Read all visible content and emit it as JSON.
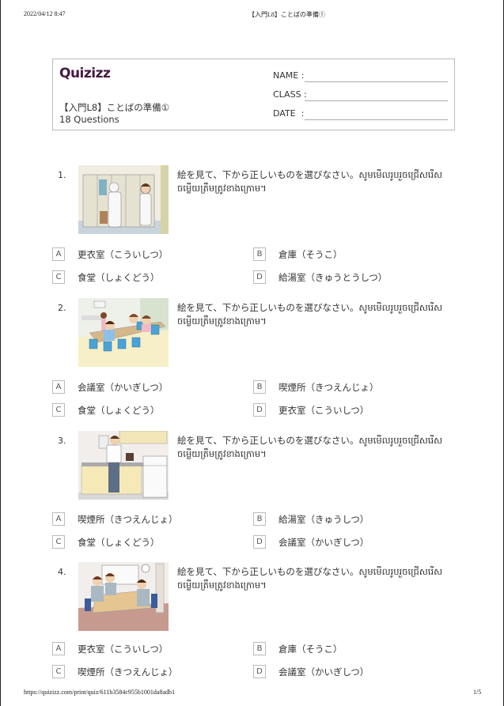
{
  "print_header": {
    "datetime": "2022/04/12 8:47",
    "doc_title": "【入門L8】ことばの準備①"
  },
  "header": {
    "logo": "Quizizz",
    "quiz_title": "【入門L8】ことばの準備①",
    "question_count": "18 Questions",
    "fields": {
      "name_label": "NAME :",
      "class_label": "CLASS :",
      "date_label": "DATE  :"
    }
  },
  "questions": [
    {
      "number": "1.",
      "image": "locker-room-illustration",
      "prompt": "絵を見て、下から正しいものを選びなさい。សូមមើលរូបរួចជ្រើសរើសចម្លើយត្រឹមត្រូវខាងក្រោម។",
      "options": [
        {
          "letter": "A",
          "text": "更衣室（こういしつ）"
        },
        {
          "letter": "B",
          "text": "倉庫（そうこ）"
        },
        {
          "letter": "C",
          "text": "食堂（しょくどう）"
        },
        {
          "letter": "D",
          "text": "給湯室（きゅうとうしつ）"
        }
      ]
    },
    {
      "number": "2.",
      "image": "cafeteria-illustration",
      "prompt": "絵を見て、下から正しいものを選びなさい。សូមមើលរូបរួចជ្រើសរើសចម្លើយត្រឹមត្រូវខាងក្រោម។",
      "options": [
        {
          "letter": "A",
          "text": "会議室（かいぎしつ）"
        },
        {
          "letter": "B",
          "text": "喫煙所（きつえんじょ）"
        },
        {
          "letter": "C",
          "text": "食堂（しょくどう）"
        },
        {
          "letter": "D",
          "text": "更衣室（こういしつ）"
        }
      ]
    },
    {
      "number": "3.",
      "image": "kitchenette-illustration",
      "prompt": "絵を見て、下から正しいものを選びなさい。សូមមើលរូបរួចជ្រើសរើសចម្លើយត្រឹមត្រូវខាងក្រោម។",
      "options": [
        {
          "letter": "A",
          "text": "喫煙所（きつえんじょ）"
        },
        {
          "letter": "B",
          "text": "給湯室（きゅうしつ）"
        },
        {
          "letter": "C",
          "text": "食堂（しょくどう）"
        },
        {
          "letter": "D",
          "text": "会議室（かいぎしつ）"
        }
      ]
    },
    {
      "number": "4.",
      "image": "meeting-room-illustration",
      "prompt": "絵を見て、下から正しいものを選びなさい。សូមមើលរូបរួចជ្រើសរើសចម្លើយត្រឹមត្រូវខាងក្រោម។",
      "options": [
        {
          "letter": "A",
          "text": "更衣室（こういしつ）"
        },
        {
          "letter": "B",
          "text": "倉庫（そうこ）"
        },
        {
          "letter": "C",
          "text": "喫煙所（きつえんじょ）"
        },
        {
          "letter": "D",
          "text": "会議室（かいぎしつ）"
        }
      ]
    }
  ],
  "print_footer": {
    "url": "https://quizizz.com/print/quiz/611b3584c955b1001da8adb1",
    "page": "1/5"
  },
  "colors": {
    "logo": "#461a42",
    "border": "#bbbbbb"
  }
}
